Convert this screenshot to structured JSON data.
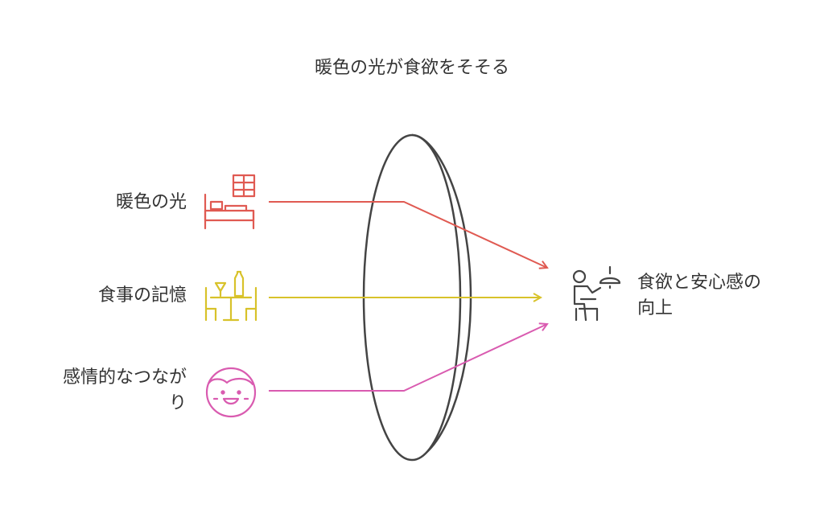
{
  "title": "暖色の光が食欲をそそる",
  "inputs": [
    {
      "label": "暖色の光",
      "icon": "bed-window-icon",
      "color": "#e05a52"
    },
    {
      "label": "食事の記憶",
      "icon": "dining-table-icon",
      "color": "#d8c22a"
    },
    {
      "label_line1": "感情的なつなが",
      "label_line2": "り",
      "icon": "smiling-face-icon",
      "color": "#d95bb0"
    }
  ],
  "output": {
    "label_line1": "食欲と安心感の",
    "label_line2": "向上",
    "icon": "person-eating-lamp-icon"
  },
  "colors": {
    "lens": "#444444",
    "text": "#333333",
    "output_icon": "#444444"
  }
}
